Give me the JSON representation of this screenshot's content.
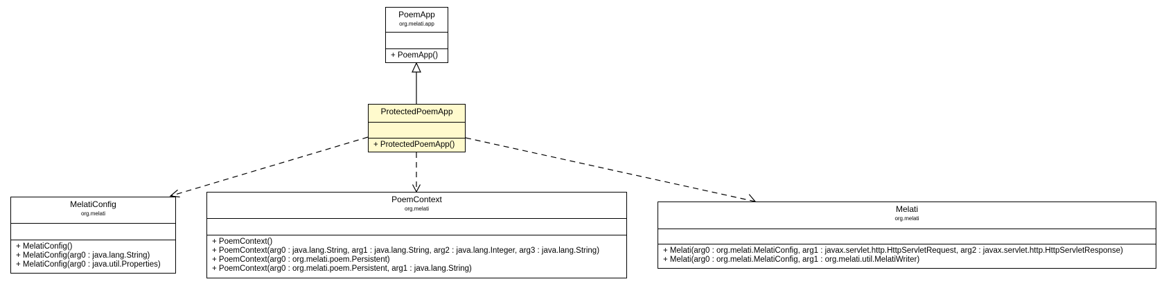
{
  "classes": {
    "poemapp": {
      "name": "PoemApp",
      "package": "org.melati.app",
      "methods": [
        "+ PoemApp()"
      ]
    },
    "protected": {
      "name": "ProtectedPoemApp",
      "methods": [
        "+ ProtectedPoemApp()"
      ]
    },
    "melaticonfig": {
      "name": "MelatiConfig",
      "package": "org.melati",
      "methods": [
        "+ MelatiConfig()",
        "+ MelatiConfig(arg0 : java.lang.String)",
        "+ MelatiConfig(arg0 : java.util.Properties)"
      ]
    },
    "poemcontext": {
      "name": "PoemContext",
      "package": "org.melati",
      "methods": [
        "+ PoemContext()",
        "+ PoemContext(arg0 : java.lang.String, arg1 : java.lang.String, arg2 : java.lang.Integer, arg3 : java.lang.String)",
        "+ PoemContext(arg0 : org.melati.poem.Persistent)",
        "+ PoemContext(arg0 : org.melati.poem.Persistent, arg1 : java.lang.String)"
      ]
    },
    "melati": {
      "name": "Melati",
      "package": "org.melati",
      "methods": [
        "+ Melati(arg0 : org.melati.MelatiConfig, arg1 : javax.servlet.http.HttpServletRequest, arg2 : javax.servlet.http.HttpServletResponse)",
        "+ Melati(arg0 : org.melati.MelatiConfig, arg1 : org.melati.util.MelatiWriter)"
      ]
    }
  },
  "colors": {
    "focus_fill": "#fffacd",
    "default_fill": "#ffffff",
    "line": "#000000"
  },
  "relations": [
    {
      "type": "generalization",
      "from": "ProtectedPoemApp",
      "to": "PoemApp"
    },
    {
      "type": "dependency",
      "from": "ProtectedPoemApp",
      "to": "MelatiConfig"
    },
    {
      "type": "dependency",
      "from": "ProtectedPoemApp",
      "to": "PoemContext"
    },
    {
      "type": "dependency",
      "from": "ProtectedPoemApp",
      "to": "Melati"
    }
  ]
}
